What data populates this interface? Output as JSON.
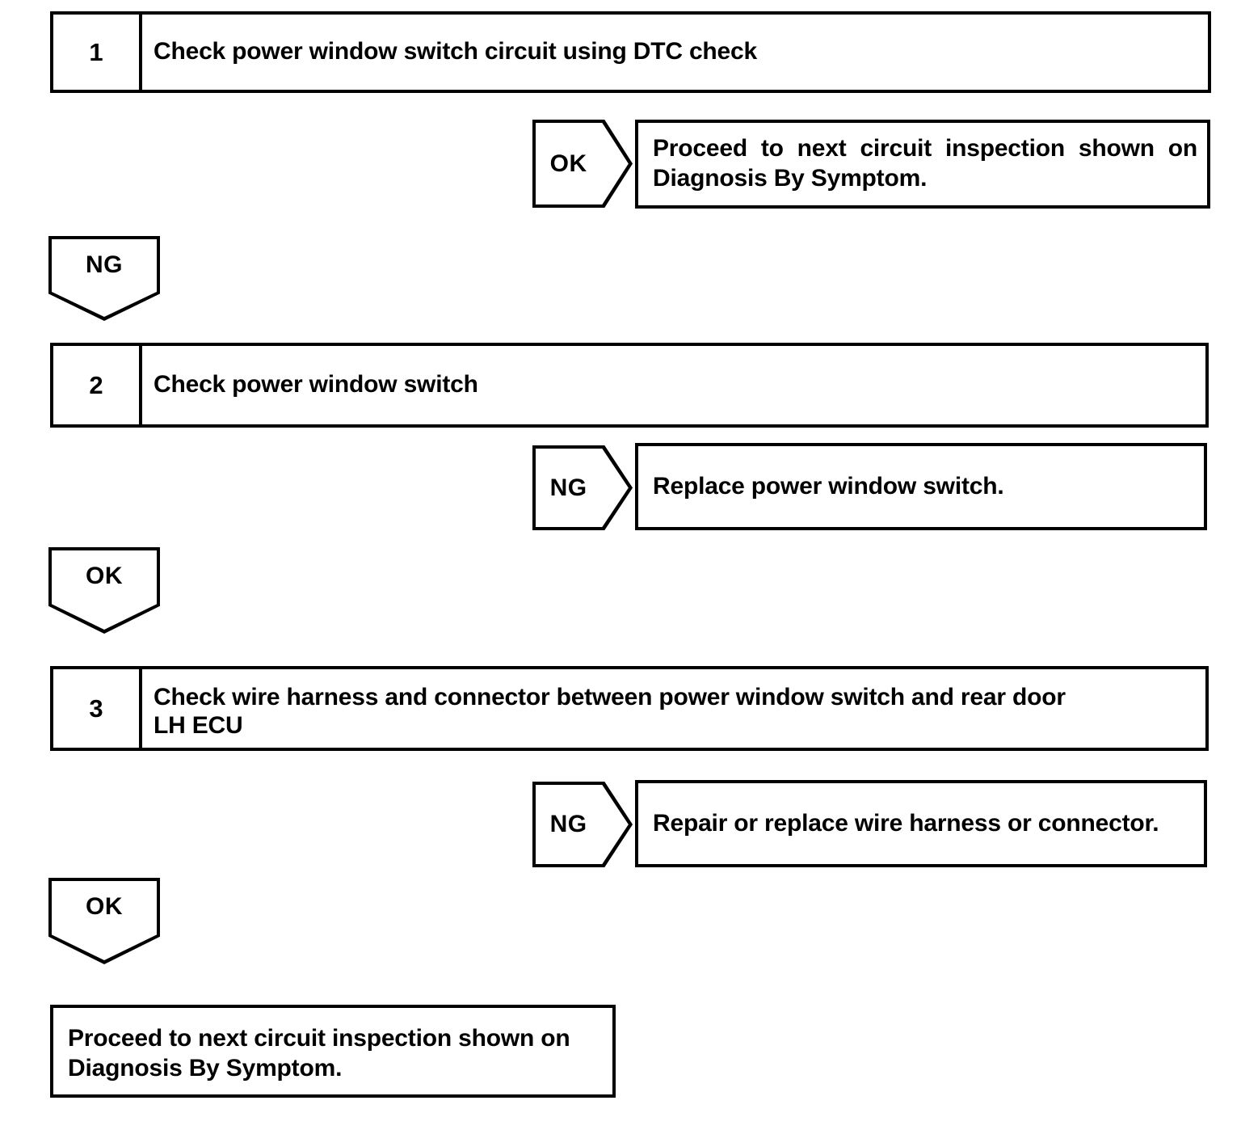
{
  "document": {
    "type": "troubleshooting-flowchart",
    "title": "Power window switch circuit inspection flow",
    "line_color": "#000000",
    "background_color": "#ffffff"
  },
  "steps": [
    {
      "number": "1",
      "text": "Check power window switch circuit using DTC check"
    },
    {
      "number": "2",
      "text": "Check power window switch"
    },
    {
      "number": "3",
      "line1": "Check wire harness and connector between power window switch and rear door",
      "line2": "LH ECU"
    }
  ],
  "branches": [
    {
      "id": "branch-1-ok",
      "label": "OK",
      "result_line1": "Proceed to next circuit inspection shown on",
      "result_line2": "Diagnosis By Symptom."
    },
    {
      "id": "branch-2-ng",
      "label": "NG",
      "result_line1": "Replace power window switch."
    },
    {
      "id": "branch-3-ng",
      "label": "NG",
      "result_line1": "Repair or replace wire harness or connector."
    }
  ],
  "connectors": [
    {
      "id": "connector-1-to-2",
      "label": "NG"
    },
    {
      "id": "connector-2-to-3",
      "label": "OK"
    },
    {
      "id": "connector-3-to-final",
      "label": "OK"
    }
  ],
  "final": {
    "line1": "Proceed to next circuit inspection shown on",
    "line2": "Diagnosis By Symptom."
  },
  "justified_line1_words": {
    "w1": "Proceed",
    "w2": "to",
    "w3": "next",
    "w4": "circuit",
    "w5": "inspection",
    "w6": "shown",
    "w7": "on"
  }
}
